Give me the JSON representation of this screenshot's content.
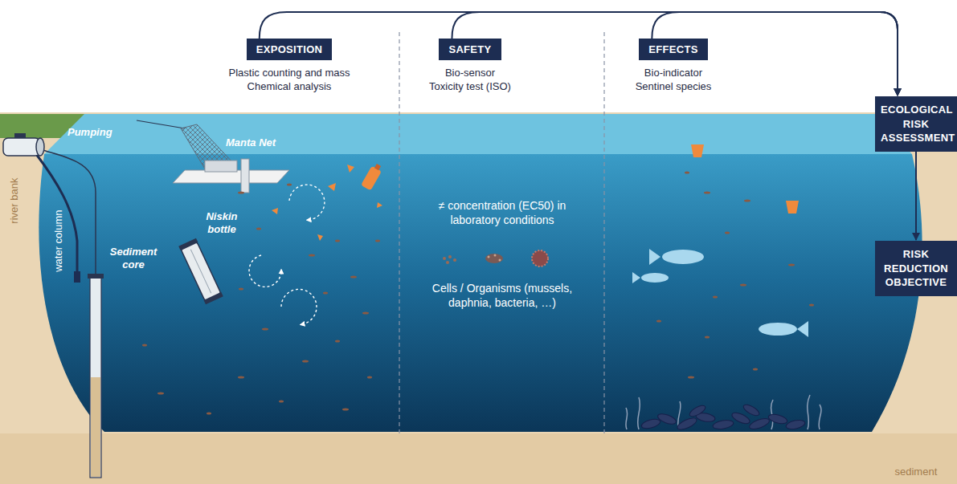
{
  "diagram": {
    "nodes": [
      {
        "text": [
          "EXPOSITION",
          "Plastic counting and mass Chemical analysis"
        ]
      },
      {
        "text": [
          "SAFETY",
          "Bio-sensor Toxicity test (ISO)"
        ]
      },
      {
        "text": [
          "EFFECTS",
          "Bio-indicator Sentinel species"
        ]
      },
      {
        "text": [
          "ECOLOGICAL RISK ASSESSMENT"
        ]
      },
      {
        "text": [
          "RISK REDUCTION OBJECTIVE"
        ]
      }
    ],
    "edges": [
      {
        "from": 0,
        "to": 3,
        "arrow": "to"
      },
      {
        "from": 1,
        "to": 3,
        "arrow": "to"
      },
      {
        "from": 2,
        "to": 3,
        "arrow": "to"
      },
      {
        "from": 3,
        "to": 4,
        "arrow": "to"
      }
    ],
    "labels": [
      "Pumping",
      "Manta Net",
      "Niskin bottle",
      "Sediment core",
      "water column",
      "river bank",
      "≠ concentration (EC50) in laboratory conditions",
      "Cells / Organisms (mussels, daphnia, bacteria, …)",
      "sediment"
    ]
  }
}
